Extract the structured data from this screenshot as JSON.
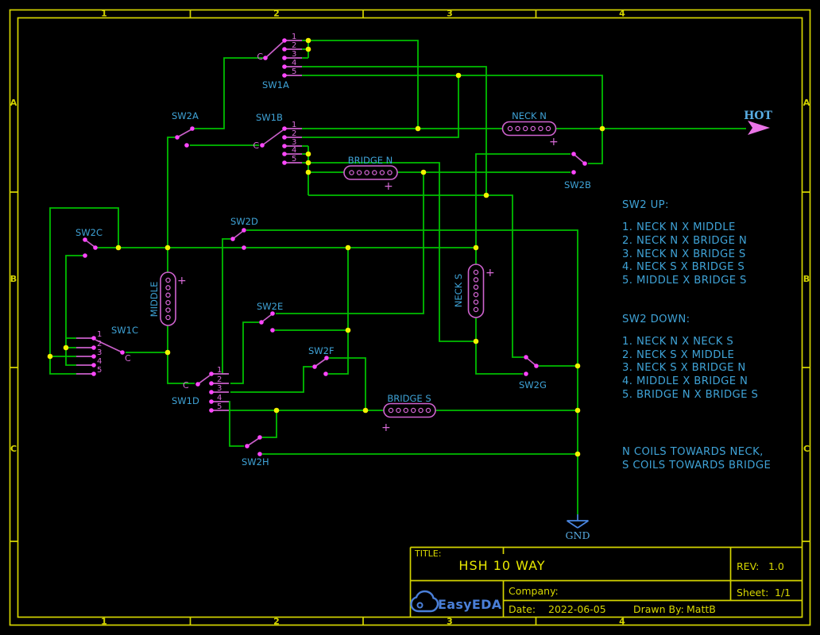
{
  "frame": {
    "cols": [
      "1",
      "2",
      "3",
      "4"
    ],
    "rows": [
      "A",
      "B",
      "C"
    ]
  },
  "colors": {
    "background": "#000000",
    "frame": "#d4d400",
    "wire": "#00be00",
    "junction": "#f2f200",
    "component": "#c95fc9",
    "label": "#3fa3d7",
    "net_flag_text": "#58ace2",
    "gnd_symbol": "#4a86e0",
    "logo": "#4a7fd8"
  },
  "switch_pins": [
    "1",
    "2",
    "3",
    "4",
    "5"
  ],
  "switch_common": "C",
  "switches": {
    "sw1a": "SW1A",
    "sw1b": "SW1B",
    "sw1c": "SW1C",
    "sw1d": "SW1D",
    "sw2a": "SW2A",
    "sw2b": "SW2B",
    "sw2c": "SW2C",
    "sw2d": "SW2D",
    "sw2e": "SW2E",
    "sw2f": "SW2F",
    "sw2g": "SW2G",
    "sw2h": "SW2H"
  },
  "pickups": {
    "neck_n": "NECK N",
    "bridge_n": "BRIDGE N",
    "neck_s": "NECK S",
    "middle": "MIDDLE",
    "bridge_s": "BRIDGE S",
    "polarity_mark": "+"
  },
  "net_flags": {
    "hot": "HOT",
    "gnd": "GND"
  },
  "notes": {
    "sw2_up": {
      "title": "SW2 UP:",
      "items": [
        "1. NECK N X MIDDLE",
        "2. NECK N X BRIDGE N",
        "3. NECK N X BRIDGE S",
        "4. NECK S X BRIDGE S",
        "5. MIDDLE X BRIDGE S"
      ]
    },
    "sw2_down": {
      "title": "SW2 DOWN:",
      "items": [
        "1. NECK N X NECK S",
        "2. NECK S X MIDDLE",
        "3. NECK S X BRIDGE N",
        "4. MIDDLE X BRIDGE N",
        "5. BRIDGE N X BRIDGE S"
      ]
    },
    "coil_note": [
      "N COILS TOWARDS NECK,",
      "S COILS TOWARDS BRIDGE"
    ]
  },
  "title_block": {
    "title_label": "TITLE:",
    "title": "HSH 10 WAY",
    "rev_label": "REV:",
    "rev": "1.0",
    "company_label": "Company:",
    "sheet_label": "Sheet:",
    "sheet": "1/1",
    "date_label": "Date:",
    "date": "2022-06-05",
    "drawn_by_label": "Drawn By:",
    "drawn_by": "MattB",
    "logo_text": "EasyEDA"
  }
}
